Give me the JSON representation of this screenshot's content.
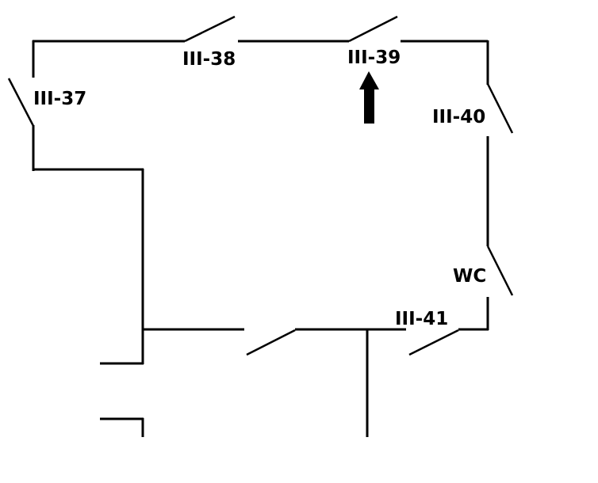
{
  "labels": {
    "room_37": "III-37",
    "room_38": "III-38",
    "room_39": "III-39",
    "room_40": "III-40",
    "room_wc": "WC",
    "room_41": "III-41"
  },
  "icons": {
    "pointer": "up-arrow-icon"
  },
  "colors": {
    "line": "#000000",
    "background": "#ffffff"
  }
}
